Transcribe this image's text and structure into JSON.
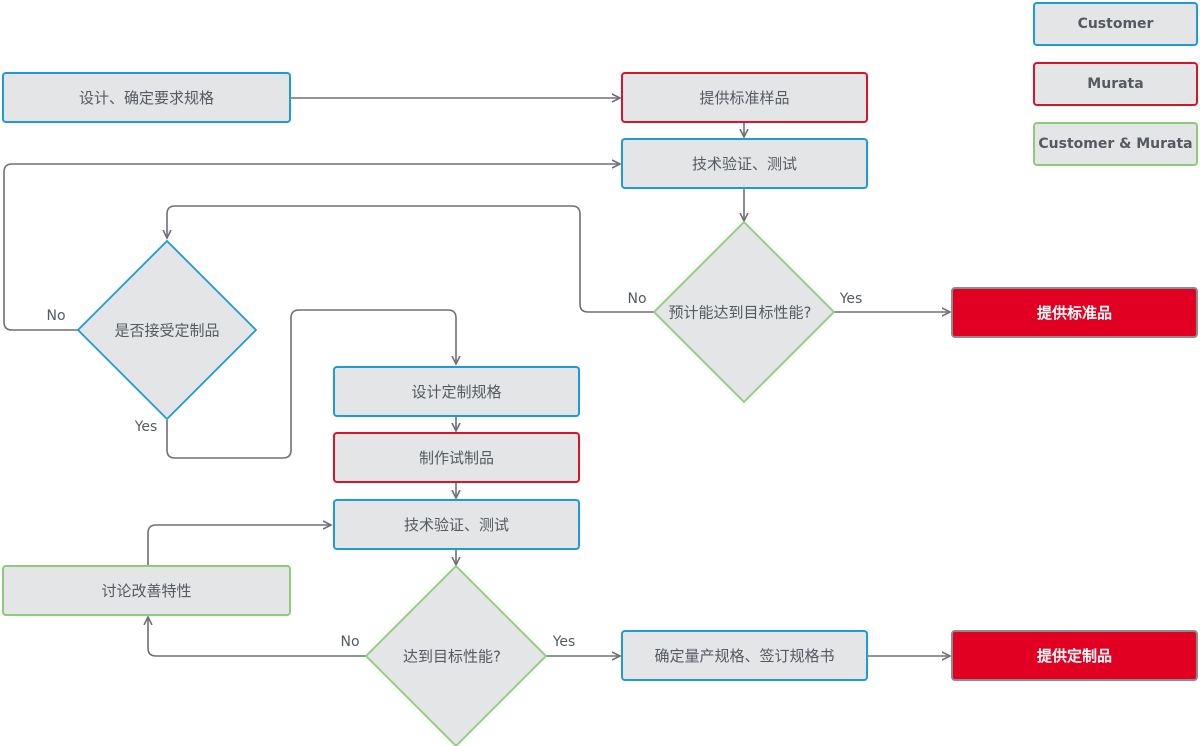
{
  "colors": {
    "customer_border": "#1e9bd7",
    "murata_border": "#d7142a",
    "both_border": "#8dcb7b",
    "box_fill": "#e4e5e7",
    "final_fill": "#e10021",
    "line": "#6d7076"
  },
  "legend": {
    "customer": "Customer",
    "murata": "Murata",
    "both": "Customer & Murata"
  },
  "nodes": {
    "design_requirements": "设计、确定要求规格",
    "provide_standard_sample": "提供标准样品",
    "tech_verify_1": "技术验证、测试",
    "accept_custom_q": "是否接受定制品",
    "expect_performance_q": "预计能达到目标性能?",
    "provide_standard_product": "提供标准品",
    "design_custom_spec": "设计定制规格",
    "make_prototype": "制作试制品",
    "tech_verify_2": "技术验证、测试",
    "discuss_improve": "讨论改善特性",
    "reach_performance_q": "达到目标性能?",
    "confirm_mass_spec": "确定量产规格、签订规格书",
    "provide_custom_product": "提供定制品"
  },
  "edge_labels": {
    "accept_no": "No",
    "accept_yes": "Yes",
    "expect_no": "No",
    "expect_yes": "Yes",
    "reach_no": "No",
    "reach_yes": "Yes"
  }
}
